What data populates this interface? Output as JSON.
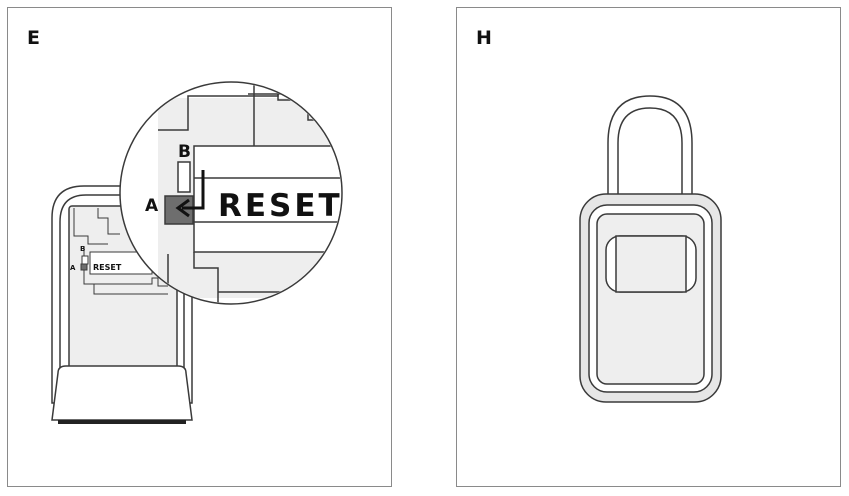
{
  "panels": [
    {
      "label": "E",
      "callouts": {
        "a": "A",
        "b": "B",
        "reset": "RESET"
      }
    },
    {
      "label": "H"
    }
  ],
  "colors": {
    "outline": "#3a3a3a",
    "fill_light": "#eeeeee",
    "fill_gray": "#e6e6e6",
    "button_dark": "#6e6e6e",
    "border": "#8a8a8a"
  }
}
